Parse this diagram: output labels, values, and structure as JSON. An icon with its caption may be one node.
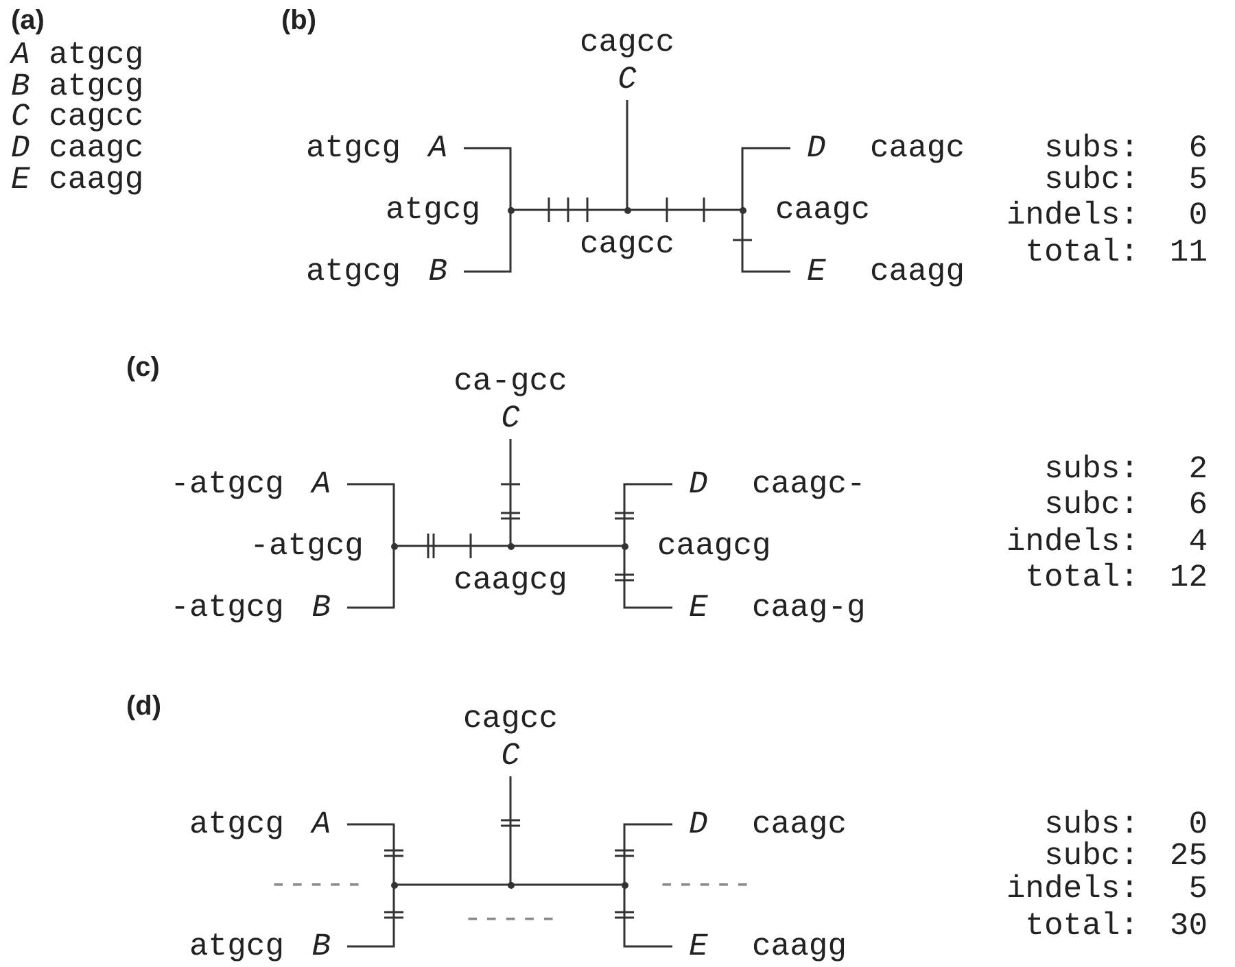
{
  "diagram": {
    "nodes": [
      {
        "text": [
          "A"
        ],
        "beside": [
          "atgcg"
        ]
      },
      {
        "text": [
          "B"
        ],
        "beside": [
          "atgcg"
        ]
      },
      {
        "text": [
          "C"
        ],
        "beside": [
          "cagcc"
        ]
      },
      {
        "text": [
          "D"
        ],
        "beside": [
          "caagc"
        ]
      },
      {
        "text": [
          "E"
        ],
        "beside": [
          "caagg"
        ]
      },
      {
        "text": [],
        "shape": "point",
        "beside": [
          "atgcg"
        ]
      },
      {
        "text": [],
        "shape": "point",
        "beside": [
          "cagcc"
        ]
      },
      {
        "text": [],
        "shape": "point",
        "beside": [
          "caagc"
        ]
      },
      {
        "text": [
          "A"
        ],
        "beside": [
          "-atgcg"
        ]
      },
      {
        "text": [
          "B"
        ],
        "beside": [
          "-atgcg"
        ]
      },
      {
        "text": [
          "C"
        ],
        "beside": [
          "ca-gcc"
        ]
      },
      {
        "text": [
          "D"
        ],
        "beside": [
          "caagc-"
        ]
      },
      {
        "text": [
          "E"
        ],
        "beside": [
          "caag-g"
        ]
      },
      {
        "text": [],
        "shape": "point",
        "beside": [
          "-atgcg"
        ]
      },
      {
        "text": [],
        "shape": "point",
        "beside": [
          "caagcg"
        ]
      },
      {
        "text": [],
        "shape": "point",
        "beside": [
          "caagcg"
        ]
      },
      {
        "text": [
          "A"
        ],
        "beside": [
          "atgcg"
        ]
      },
      {
        "text": [
          "B"
        ],
        "beside": [
          "atgcg"
        ]
      },
      {
        "text": [
          "C"
        ],
        "beside": [
          "cagcc"
        ]
      },
      {
        "text": [
          "D"
        ],
        "beside": [
          "caagc"
        ]
      },
      {
        "text": [
          "E"
        ],
        "beside": [
          "caagg"
        ]
      },
      {
        "text": [],
        "shape": "point",
        "beside": [
          "-----"
        ]
      },
      {
        "text": [],
        "shape": "point",
        "beside": [
          "-----"
        ]
      },
      {
        "text": [],
        "shape": "point",
        "beside": [
          "-----"
        ]
      }
    ],
    "edges": [
      {
        "from": 5,
        "to": 0,
        "arrow": "none"
      },
      {
        "from": 5,
        "to": 1,
        "arrow": "none"
      },
      {
        "from": 5,
        "to": 6,
        "arrow": "none"
      },
      {
        "from": 6,
        "to": 2,
        "arrow": "none"
      },
      {
        "from": 6,
        "to": 7,
        "arrow": "none"
      },
      {
        "from": 7,
        "to": 3,
        "arrow": "none"
      },
      {
        "from": 7,
        "to": 4,
        "arrow": "none"
      },
      {
        "from": 13,
        "to": 8,
        "arrow": "none"
      },
      {
        "from": 13,
        "to": 9,
        "arrow": "none"
      },
      {
        "from": 13,
        "to": 14,
        "arrow": "none"
      },
      {
        "from": 14,
        "to": 10,
        "arrow": "none"
      },
      {
        "from": 14,
        "to": 15,
        "arrow": "none"
      },
      {
        "from": 15,
        "to": 11,
        "arrow": "none"
      },
      {
        "from": 15,
        "to": 12,
        "arrow": "none"
      },
      {
        "from": 21,
        "to": 16,
        "arrow": "none"
      },
      {
        "from": 21,
        "to": 17,
        "arrow": "none"
      },
      {
        "from": 21,
        "to": 22,
        "arrow": "none"
      },
      {
        "from": 22,
        "to": 18,
        "arrow": "none"
      },
      {
        "from": 22,
        "to": 23,
        "arrow": "none"
      },
      {
        "from": 23,
        "to": 19,
        "arrow": "none"
      },
      {
        "from": 23,
        "to": 20,
        "arrow": "none"
      }
    ],
    "labels": [
      "(a)",
      "*A* atgcg",
      "*B* atgcg",
      "*C* cagcc",
      "*D* caagc",
      "*E* caagg",
      "(b)",
      "subs:",
      "6",
      "subc:",
      "5",
      "indels:",
      "0",
      "total:",
      "11",
      "(c)",
      "subs:",
      "2",
      "subc:",
      "6",
      "indels:",
      "4",
      "total:",
      "12",
      "(d)",
      "subs:",
      "0",
      "subc:",
      "25",
      "indels:",
      "5",
      "total:",
      "30"
    ]
  }
}
